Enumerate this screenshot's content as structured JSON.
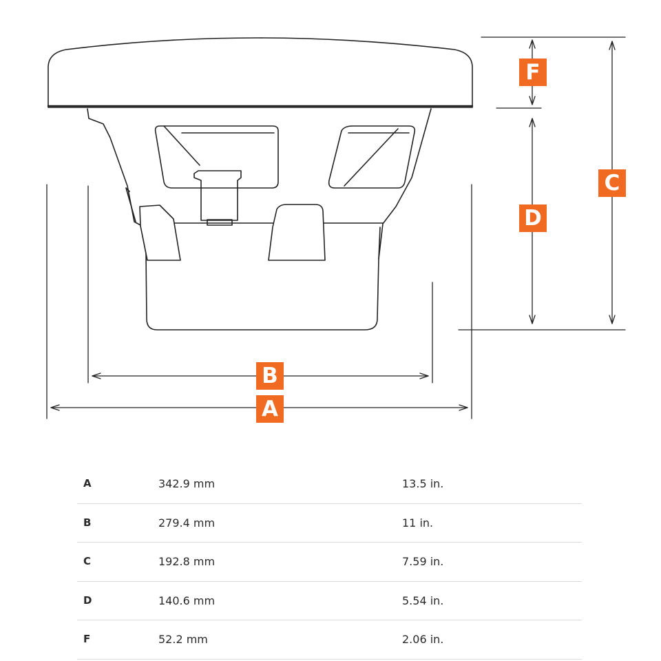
{
  "diagram": {
    "badges": {
      "F": "F",
      "C": "C",
      "D": "D",
      "B": "B",
      "A": "A"
    },
    "accent_color": "#f06a22",
    "line_color": "#222222"
  },
  "specs": [
    {
      "label": "A",
      "mm": "342.9 mm",
      "inch": "13.5 in."
    },
    {
      "label": "B",
      "mm": "279.4 mm",
      "inch": "11 in."
    },
    {
      "label": "C",
      "mm": "192.8 mm",
      "inch": "7.59 in."
    },
    {
      "label": "D",
      "mm": "140.6 mm",
      "inch": "5.54 in."
    },
    {
      "label": "F",
      "mm": "52.2 mm",
      "inch": "2.06 in."
    }
  ]
}
